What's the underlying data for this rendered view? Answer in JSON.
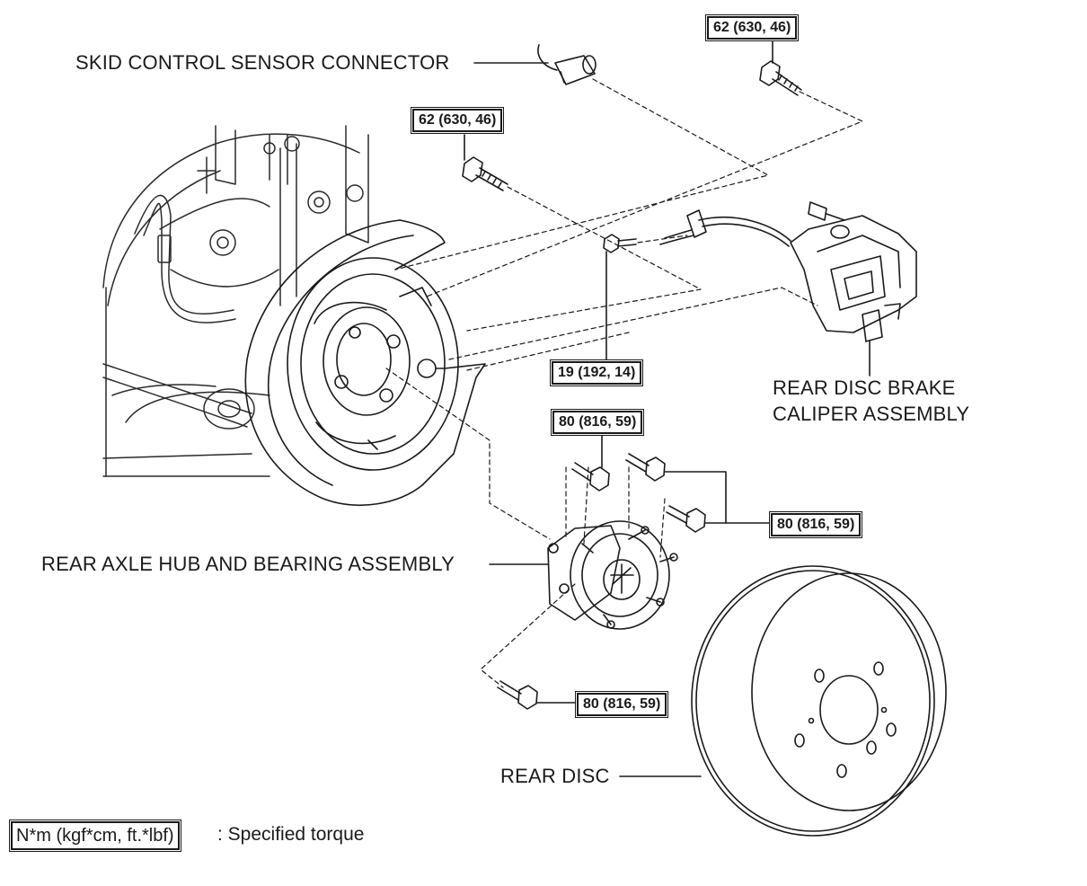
{
  "labels": {
    "skid_sensor": "SKID CONTROL SENSOR CONNECTOR",
    "caliper_line1": "REAR DISC BRAKE",
    "caliper_line2": "CALIPER ASSEMBLY",
    "hub": "REAR AXLE HUB AND BEARING ASSEMBLY",
    "rear_disc": "REAR DISC"
  },
  "torques": {
    "caliper_bolt_upper": "62 (630, 46)",
    "caliper_bolt_lower": "62 (630, 46)",
    "sensor_bolt": "19 (192, 14)",
    "hub_bolt_top": "80 (816, 59)",
    "hub_bolts_right": "80 (816, 59)",
    "hub_bolt_lower": "80 (816, 59)"
  },
  "legend": {
    "unit": "N*m (kgf*cm, ft.*lbf)",
    "description": ": Specified torque"
  }
}
